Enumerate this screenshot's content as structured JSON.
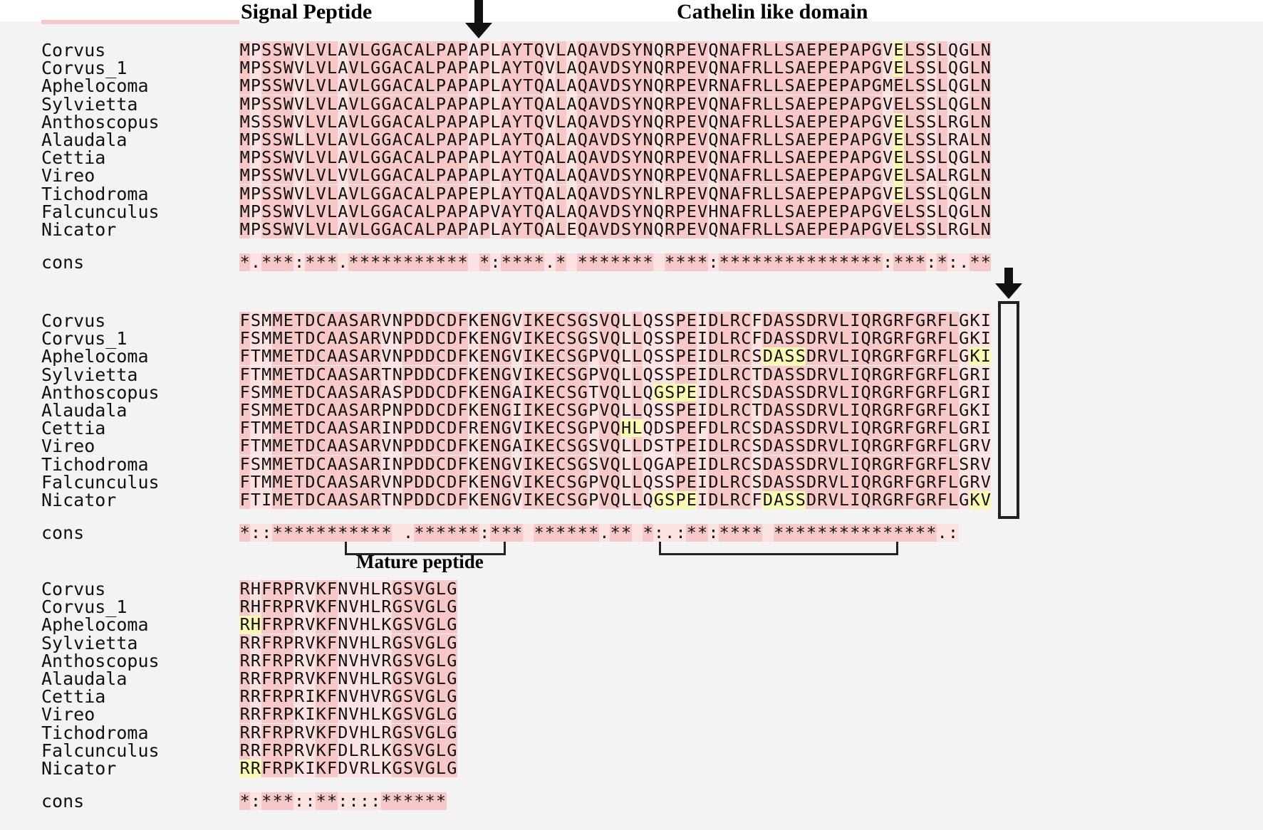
{
  "annotations": {
    "signal_peptide": "Signal Peptide",
    "cathelin_domain": "Cathelin like domain",
    "mature_peptide": "Mature peptide"
  },
  "colors": {
    "panel_background": "#f3f3f3",
    "identical_column": "#f7c8c8",
    "partial_column": "#fce3e3",
    "variant_highlight": "#fbfbb0",
    "marker": "#111111"
  },
  "blocks": [
    {
      "rows": [
        {
          "species": "Corvus",
          "sequence": "MPSSWVLVLAVLGGACALPAPAPLAYTQVLAQAVDSYNQRPEVQNAFRLLSAEPEPAPGVELSSLQGLN"
        },
        {
          "species": "Corvus_1",
          "sequence": "MPSSWVLVLAVLGGACALPAPAPLAYTQVLAQAVDSYNQRPEVQNAFRLLSAEPEPAPGVELSSLQGLN"
        },
        {
          "species": "Aphelocoma",
          "sequence": "MPSSWVLVLAVLGGACALPAPAPLAYTQALAQAVDSYNQRPEVRNAFRLLSAEPEPAPGMELSSLQGLN"
        },
        {
          "species": "Sylvietta",
          "sequence": "MPSSWVLVLAVLGGACALPAPAPLAYTQALAQAVDSYNQRPEVQNAFRLLSAEPEPAPGVELSSLQGLN"
        },
        {
          "species": "Anthoscopus",
          "sequence": "MSSSWVLVLAVLGGACALPAPAPLAYTQVLAQAVDSYNQRPEVQNAFRLLSAEPEPAPGVELSSLRGLN"
        },
        {
          "species": "Alaudala",
          "sequence": "MPSSWLLVLAVLGGACALPAPAPLAYTQALAQAVDSYNQRPEVQNAFRLLSAEPEPAPGVELSSLRALN"
        },
        {
          "species": "Cettia",
          "sequence": "MPSSWVLVLAVLGGACALPAPAPLAYTQALAQAVDSYNQRPEVQNAFRLLSAEPEPAPGVELSSLQGLN"
        },
        {
          "species": "Vireo",
          "sequence": "MPSSWVLVLVVLGGACALPAPAPLAYTQALAQAVDSYNQRPEVQNAFRLLSAEPEPAPGVELSALRGLN"
        },
        {
          "species": "Tichodroma",
          "sequence": "MPSSWVLVLAVLGGACALPAPEPLAYTQALAQAVDSYNLRPEVQNAFRLLSAEPEPAPGVELSSLQGLN"
        },
        {
          "species": "Falcunculus",
          "sequence": "MPSSWVLVLAVLGGACALPAPAPVAYTQALAQAVDSYNQRPEVHNAFRLLSAEPEPAPGVELSSLQGLN"
        },
        {
          "species": "Nicator",
          "sequence": "MPSSWVLVLAVLGGACALPAPAPLAYTQALEQAVDSYNQRPEVQNAFRLLSAEPEPAPGVELSSLRGLN"
        }
      ],
      "cons_label": "cons",
      "consensus": "*.***:***.*********** *:****.* ******* ****:***************:***:*:.**",
      "highlights": [
        {
          "rows": [
            0,
            1,
            4,
            5,
            6,
            7,
            8
          ],
          "from": 60,
          "to": 60
        }
      ]
    },
    {
      "rows": [
        {
          "species": "Corvus",
          "sequence": "FSMMETDCAASARVNPDDCDFKENGVIKECSGSVQLLQSSPEIDLRCFDASSDRVLIQRGRFGRFLGKI"
        },
        {
          "species": "Corvus_1",
          "sequence": "FSMMETDCAASARVNPDDCDFKENGVIKECSGSVQLLQSSPEIDLRCFDASSDRVLIQRGRFGRFLGKI"
        },
        {
          "species": "Aphelocoma",
          "sequence": "FTMMETDCAASARVNPDDCDFKENGVIKECSGPVQLLQSSPEIDLRCSDASSDRVLIQRGRFGRFLGKI"
        },
        {
          "species": "Sylvietta",
          "sequence": "FTMMETDCAASARTNPDDCDFKENGVIKECSGPVQLLQSSPEIDLRCTDASSDRVLIQRGRFGRFLGRI"
        },
        {
          "species": "Anthoscopus",
          "sequence": "FSMMETDCAASARASPDDCDFKENGAIKECSGTVQLLQGSPEIDLRCSDASSDRVLIQRGRFGRFLGRI"
        },
        {
          "species": "Alaudala",
          "sequence": "FSMMETDCAASARPNPDDCDFKENGIIKECSGPVQLLQSSPEIDLRCTDASSDRVLIQRGRFGRFLGKI"
        },
        {
          "species": "Cettia",
          "sequence": "FTMMETDCAASARINPDDCDFRENGVIKECSGPVQHLQDSPEFDLRCSDASSDRVLIQRGRFGRFLGRI"
        },
        {
          "species": "Vireo",
          "sequence": "FTMMETDCAASARVNPDDCDFKENGAIKECSGSVQLLDSTPEIDLRCSDASSDRVLIQRGRFGRFLGRV"
        },
        {
          "species": "Tichodroma",
          "sequence": "FSMMETDCAASARINPDDCDFKENGVIKECSGSVQLLQGAPEIDLRCSDASSDRVLIQRGRFGRFLSRV"
        },
        {
          "species": "Falcunculus",
          "sequence": "FTMMETDCAASARVNPDDCDFKENGVIKECSGPVQLLQSSPEIDLRCSDASSDRVLIQRGRFGRFLGRV"
        },
        {
          "species": "Nicator",
          "sequence": "FTIMETDCAASARTNPDDCDFKENGVIKECSGPVQLLQGSPEIDLRCFDASSDRVLIQRGRFGRFLGKV"
        }
      ],
      "cons_label": "cons",
      "consensus": "*::*********** .******:*** ******.** *:.:**:**** ***************.:",
      "highlights": [
        {
          "rows": [
            2
          ],
          "from": 48,
          "to": 51
        },
        {
          "rows": [
            2
          ],
          "from": 67,
          "to": 68
        },
        {
          "rows": [
            4
          ],
          "from": 38,
          "to": 41
        },
        {
          "rows": [
            6
          ],
          "from": 35,
          "to": 36
        },
        {
          "rows": [
            10
          ],
          "from": 38,
          "to": 41
        },
        {
          "rows": [
            10
          ],
          "from": 48,
          "to": 51
        },
        {
          "rows": [
            10
          ],
          "from": 67,
          "to": 68
        }
      ]
    },
    {
      "rows": [
        {
          "species": "Corvus",
          "sequence": "RHFRPRVKFNVHLRGSVGLG"
        },
        {
          "species": "Corvus_1",
          "sequence": "RHFRPRVKFNVHLRGSVGLG"
        },
        {
          "species": "Aphelocoma",
          "sequence": "RHFRPRVKFNVHLKGSVGLG"
        },
        {
          "species": "Sylvietta",
          "sequence": "RRFRPRVKFNVHLRGSVGLG"
        },
        {
          "species": "Anthoscopus",
          "sequence": "RRFRPRVKFNVHVRGSVGLG"
        },
        {
          "species": "Alaudala",
          "sequence": "RRFRPRVKFNVHLRGSVGLG"
        },
        {
          "species": "Cettia",
          "sequence": "RRFRPRIKFNVHVRGSVGLG"
        },
        {
          "species": "Vireo",
          "sequence": "RRFRPKIKFNVHLKGSVGLG"
        },
        {
          "species": "Tichodroma",
          "sequence": "RRFRPRVKFDVHLRGSVGLG"
        },
        {
          "species": "Falcunculus",
          "sequence": "RRFRPRVKFDLRLKGSVGLG"
        },
        {
          "species": "Nicator",
          "sequence": "RRFRPKIKFDVRLKGSVGLG"
        }
      ],
      "cons_label": "cons",
      "consensus": "*:***::**::::******",
      "highlights": [
        {
          "rows": [
            2
          ],
          "from": 0,
          "to": 1
        },
        {
          "rows": [
            10
          ],
          "from": 0,
          "to": 1
        }
      ]
    }
  ]
}
